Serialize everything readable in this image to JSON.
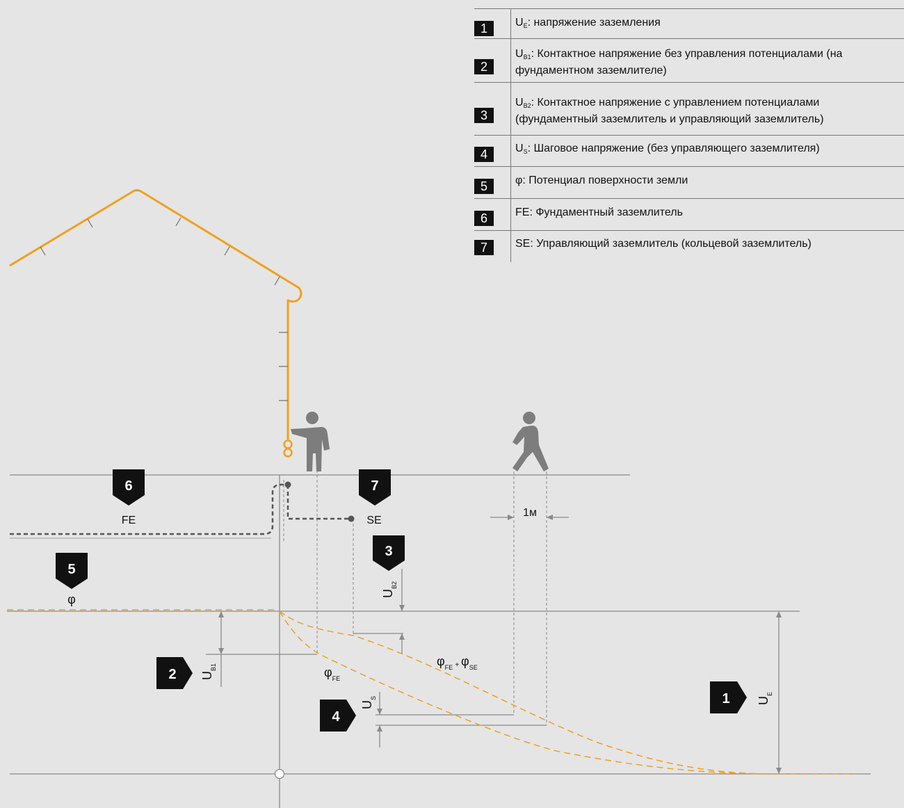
{
  "legend": [
    {
      "num": "1",
      "symbol": "U",
      "sub": "E",
      "text": ": напряжение заземления"
    },
    {
      "num": "2",
      "symbol": "U",
      "sub": "B1",
      "text": ": Контактное напряжение без управления потенциалами (на фундаментном заземлителе)"
    },
    {
      "num": "3",
      "symbol": "U",
      "sub": "B2",
      "text": ": Контактное напряжение с управлением потенциалами (фундаментный заземлитель и управляющий заземлитель)"
    },
    {
      "num": "4",
      "symbol": "U",
      "sub": "S",
      "text": ": Шаговое напряжение (без управляющего заземлителя)"
    },
    {
      "num": "5",
      "symbol": "φ",
      "sub": "",
      "text": ": Потенциал поверхности земли"
    },
    {
      "num": "6",
      "symbol": "FE",
      "sub": "",
      "text": ": Фундаментный заземлитель"
    },
    {
      "num": "7",
      "symbol": "SE",
      "sub": "",
      "text": ": Управляющий заземлитель (кольцевой заземлитель)"
    }
  ],
  "badges": {
    "b1": "1",
    "b2": "2",
    "b3": "3",
    "b4": "4",
    "b5": "5",
    "b6": "6",
    "b7": "7"
  },
  "labels": {
    "fe": "FE",
    "se": "SE",
    "phi": "φ",
    "one_meter": "1м",
    "phi_fe_sym": "φ",
    "phi_fe_sub": "FE",
    "phi_sum_sym1": "φ",
    "phi_sum_sub1": "FE",
    "phi_sum_plus": "+",
    "phi_sum_sym2": "φ",
    "phi_sum_sub2": "SE",
    "ue_sym": "U",
    "ue_sub": "E",
    "ub1_sym": "U",
    "ub1_sub": "B1",
    "ub2_sym": "U",
    "ub2_sub": "B2",
    "us_sym": "U",
    "us_sub": "S"
  },
  "colors": {
    "orange": "#f0a01e",
    "grey": "#6f6f6f",
    "figure": "#7d7d7d",
    "badge": "#111111",
    "background": "#e5e5e5"
  }
}
